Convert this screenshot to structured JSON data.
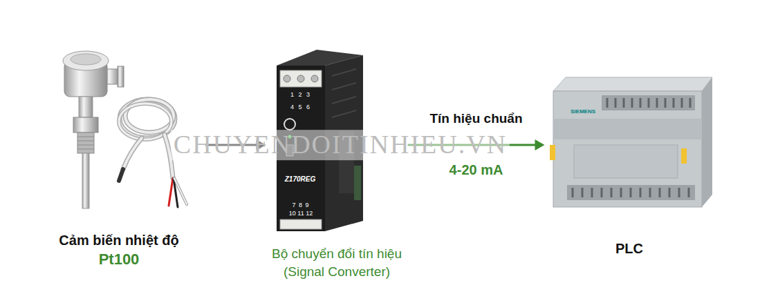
{
  "diagram": {
    "nodes": [
      {
        "text": [
          "Cảm biến nhiệt độ",
          "Pt100"
        ]
      },
      {
        "text": [
          "Bộ chuyển đổi tín hiệu",
          "(Signal Converter)"
        ]
      },
      {
        "text": [
          "PLC"
        ]
      }
    ],
    "edges": [
      {
        "from": 0,
        "to": 1,
        "arrow": "to"
      },
      {
        "from": 1,
        "to": 2,
        "arrow": "to",
        "label": "Tín hiệu chuẩn"
      }
    ],
    "labels": [
      "4-20 mA",
      "CHUYENDOITINHIEU.VN",
      "1 2 3",
      "4 5 6",
      "Z170REG",
      "7 8 9",
      "10 11 12",
      "SIEMENS"
    ]
  }
}
